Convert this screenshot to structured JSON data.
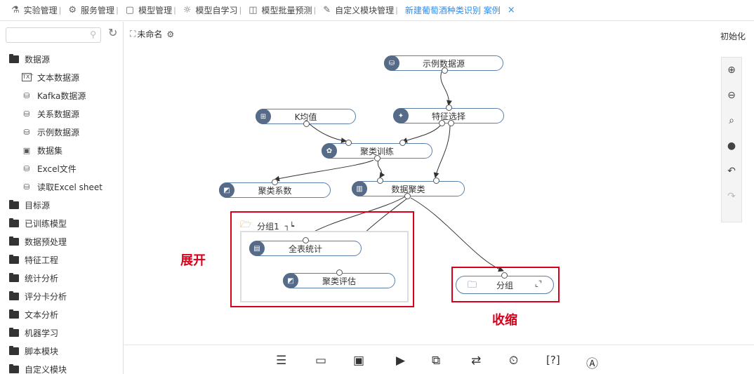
{
  "topbar": {
    "items": [
      {
        "label": "实验管理"
      },
      {
        "label": "服务管理"
      },
      {
        "label": "模型管理"
      },
      {
        "label": "模型自学习"
      },
      {
        "label": "模型批量预测"
      },
      {
        "label": "自定义模块管理"
      }
    ],
    "active_tab": "新建葡萄酒种类识别 案例",
    "close_glyph": "×"
  },
  "sidebar": {
    "search_placeholder": "",
    "tree": [
      {
        "label": "数据源",
        "children": [
          {
            "label": "文本数据源",
            "icon": "TXT"
          },
          {
            "label": "Kafka数据源",
            "icon": "⛁"
          },
          {
            "label": "关系数据源",
            "icon": "⛁"
          },
          {
            "label": "示例数据源",
            "icon": "⛁"
          },
          {
            "label": "数据集",
            "icon": "▣"
          },
          {
            "label": "Excel文件",
            "icon": "⛁"
          },
          {
            "label": "读取Excel sheet",
            "icon": "⛁"
          }
        ]
      },
      {
        "label": "目标源"
      },
      {
        "label": "已训练模型"
      },
      {
        "label": "数据预处理"
      },
      {
        "label": "特征工程"
      },
      {
        "label": "统计分析"
      },
      {
        "label": "评分卡分析"
      },
      {
        "label": "文本分析"
      },
      {
        "label": "机器学习"
      },
      {
        "label": "脚本模块"
      },
      {
        "label": "自定义模块"
      }
    ]
  },
  "canvas": {
    "title": "未命名",
    "init_label": "初始化",
    "nodes": {
      "sample_source": "示例数据源",
      "kmeans": "K均值",
      "feature_select": "特征选择",
      "cluster_train": "聚类训练",
      "cluster_coef": "聚类系数",
      "data_cluster": "数据聚类",
      "full_stats": "全表统计",
      "cluster_eval": "聚类评估"
    },
    "group_expanded_label": "分组1",
    "group_collapsed_label": "分组",
    "annot_expand": "展开",
    "annot_collapse": "收缩"
  },
  "bottombar": {
    "help_label": "[?]"
  },
  "colors": {
    "accent": "#2d8cf0",
    "node_border": "#5a7fa8",
    "node_icon": "#556b88",
    "annotation_red": "#d9001b"
  }
}
